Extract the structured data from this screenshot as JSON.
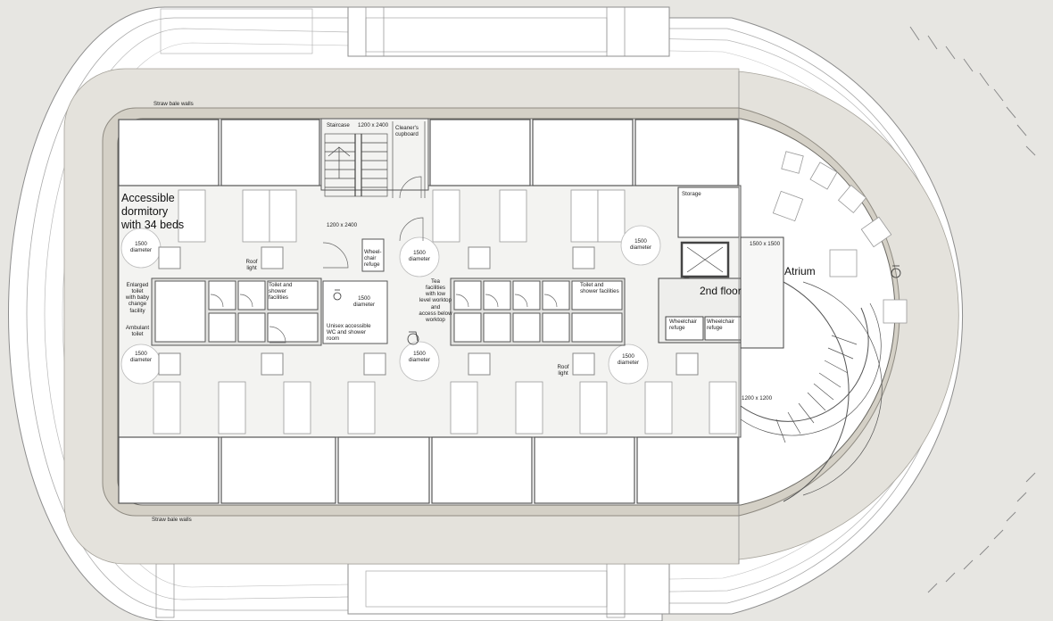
{
  "labels": {
    "straw_top": "Straw bale walls",
    "straw_bottom": "Straw bale walls",
    "staircase": "Staircase",
    "staircase_dim": "1200 x 2400",
    "cleaner": "Cleaner's\ncupboard",
    "dormitory": "Accessible\ndormitory\nwith 34 beds",
    "dim_1200x2400": "1200 x 2400",
    "diam_1500": "1500\ndiameter",
    "roof_light": "Roof\nlight",
    "wheelchair_refuge": "Wheel-\nchair\nrefuge",
    "enlarged_toilet": "Enlarged\ntoilet\nwith baby\nchange\nfacility",
    "ambulant_toilet": "Ambulant\ntoilet",
    "toilet_shower_left": "Toilet and\nshower\nfacilities",
    "unisex_wc": "Unisex accessible\nWC and shower\nroom",
    "tea_facilities": "Tea\nfacilities\nwith low\nlevel worktop\nand\naccess below\nworktop",
    "toilet_shower_right": "Toilet and\nshower facilities",
    "storage": "Storage",
    "atrium": "Atrium",
    "floor_label": "2nd floor",
    "wheelchair_refuge_a": "Wheelchair\nrefuge",
    "wheelchair_refuge_b": "Wheelchair\nrefuge",
    "dim_1200x1200": "1200 x 1200"
  }
}
